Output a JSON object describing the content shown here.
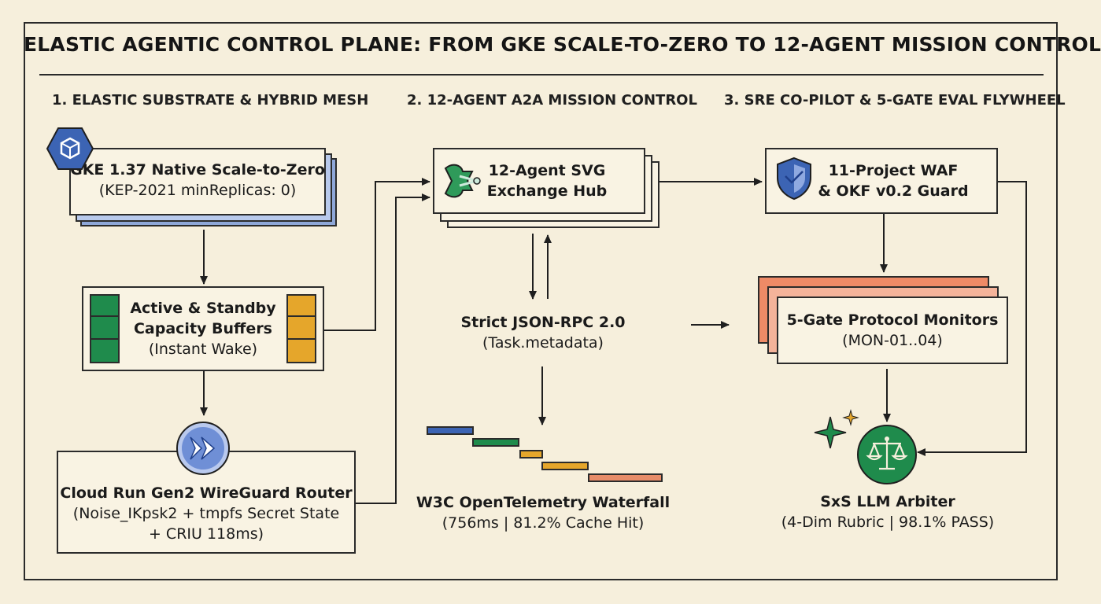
{
  "title": "ELASTIC AGENTIC CONTROL PLANE: FROM GKE SCALE-TO-ZERO TO 12-AGENT MISSION CONTROL",
  "columns": [
    {
      "heading": "1. ELASTIC SUBSTRATE & HYBRID MESH"
    },
    {
      "heading": "2. 12-AGENT A2A MISSION CONTROL"
    },
    {
      "heading": "3. SRE CO-PILOT & 5-GATE EVAL FLYWHEEL"
    }
  ],
  "nodes": {
    "gke": {
      "title": "GKE 1.37 Native Scale-to-Zero",
      "sub": "(KEP-2021 minReplicas: 0)",
      "icon": "gke-hexagon-icon"
    },
    "buffers": {
      "title_line1": "Active & Standby",
      "title_line2": "Capacity Buffers",
      "sub": "(Instant Wake)",
      "left_color": "#1f8b4c",
      "right_color": "#e5a62b"
    },
    "router": {
      "title": "Cloud Run Gen2 WireGuard Router",
      "sub_line1": "(Noise_IKpsk2 + tmpfs Secret State",
      "sub_line2": "+ CRIU 118ms)",
      "icon": "cloud-run-icon"
    },
    "hub": {
      "title_line1": "12-Agent SVG",
      "title_line2": "Exchange Hub",
      "icon": "a2a-exchange-icon"
    },
    "jsonrpc": {
      "title": "Strict JSON-RPC 2.0",
      "sub": "(Task.metadata)"
    },
    "waterfall": {
      "title": "W3C OpenTelemetry Waterfall",
      "sub": "(756ms | 81.2% Cache Hit)",
      "bar_colors": [
        "#3c64b4",
        "#1f8b4c",
        "#e5a62b",
        "#e5a62b",
        "#e78c69"
      ]
    },
    "waf": {
      "title_line1": "11-Project WAF",
      "title_line2": "& OKF v0.2 Guard",
      "icon": "shield-icon"
    },
    "monitors": {
      "title": "5-Gate Protocol Monitors",
      "sub": "(MON-01..04)",
      "accent": "#ee8a66"
    },
    "arbiter": {
      "title": "SxS LLM Arbiter",
      "sub": "(4-Dim Rubric | 98.1% PASS)",
      "icon": "scales-icon",
      "accent": "#1f8b4c"
    }
  },
  "colors": {
    "background": "#f6efdc",
    "ink": "#2b2b2b",
    "gke_blue": "#3c64b4",
    "green": "#1f8b4c",
    "amber": "#e5a62b",
    "coral": "#ee8a66"
  }
}
